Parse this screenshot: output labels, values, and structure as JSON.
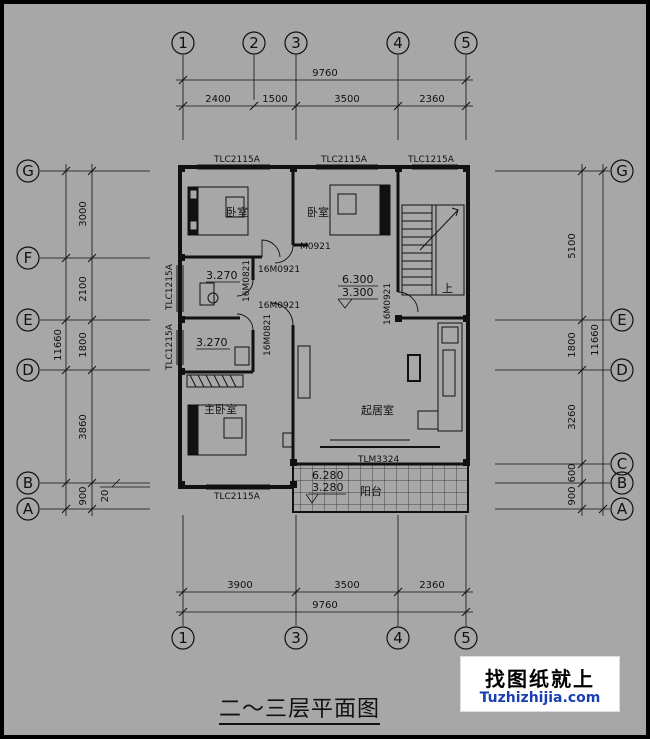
{
  "drawing": {
    "title": "二～三层平面图",
    "watermark": {
      "cn": "找图纸就上",
      "url": "Tuzhizhijia.com"
    }
  },
  "axes": {
    "top": [
      "1",
      "2",
      "3",
      "4",
      "5"
    ],
    "bottom": [
      "1",
      "3",
      "4",
      "5"
    ],
    "left": [
      "G",
      "F",
      "E",
      "D",
      "B",
      "A"
    ],
    "right": [
      "G",
      "E",
      "D",
      "C",
      "B",
      "A"
    ]
  },
  "dims": {
    "top_total": "9760",
    "top_parts": [
      "2400",
      "1500",
      "3500",
      "2360"
    ],
    "bottom_parts": [
      "3900",
      "3500",
      "2360"
    ],
    "bottom_total": "9760",
    "left_parts": [
      "3000",
      "2100",
      "1800",
      "3860",
      "900"
    ],
    "left_total": "11660",
    "left_small": "20",
    "right_parts": [
      "5100",
      "1800",
      "3260",
      "600",
      "900"
    ],
    "right_total": "11660"
  },
  "openings": {
    "top_window_1": "TLC2115A",
    "top_window_2": "TLC2115A",
    "top_window_3": "TLC1215A",
    "left_window_1": "TLC1215A",
    "left_window_2": "TLC1215A",
    "bottom_window": "TLC2115A",
    "door_1": "M0921",
    "door_2": "16M0921",
    "door_3": "16M0921",
    "door_4": "16M0821",
    "door_5": "16M0821",
    "door_6": "16M0921",
    "balcony_door": "TLM3324"
  },
  "rooms": {
    "bedroom_1": "卧室",
    "bedroom_2": "卧室",
    "master_bedroom": "主卧室",
    "living_room": "起居室",
    "balcony": "阳台",
    "stair_up": "上"
  },
  "levels": {
    "bath_1": "3.270",
    "bath_2": "3.270",
    "hall_upper": "6.300",
    "hall_lower": "3.300",
    "balcony_upper": "6.280",
    "balcony_lower": "3.280"
  }
}
